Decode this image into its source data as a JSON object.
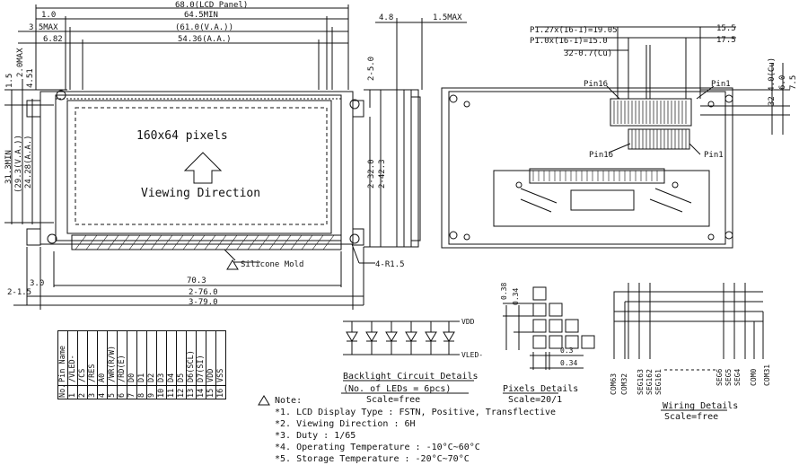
{
  "front": {
    "lcd_panel": "68.0(LCD Panel)",
    "min_width": "64.5MIN",
    "va_width": "(61.0(V.A.))",
    "aa_width": "54.36(A.A.)",
    "d_1_0": "1.0",
    "d_3_5max": "3.5MAX",
    "d_6_82": "6.82",
    "d_1_5": "1.5",
    "d_2_0max": "2.0MAX",
    "d_4_51": "4.51",
    "d_31_3min": "31.3MIN",
    "d_29_3va": "(29.3(V.A.))",
    "d_24_28aa": "24.28(A.A.)",
    "pixels": "160x64 pixels",
    "viewing": "Viewing Direction",
    "silicone": "Silicone Mold",
    "r1_5": "4-R1.5",
    "d_70_3": "70.3",
    "d_3_0": "3.0",
    "d_2_1_5": "2-1.5",
    "d_76": "2-76.0",
    "d_79": "3-79.0"
  },
  "side": {
    "d_4_8": "4.8",
    "d_1_5max": "1.5MAX",
    "d_2_5_0": "2-5.0",
    "d_2_32": "2-32.0",
    "d_2_42_3": "2-42.3"
  },
  "right": {
    "p127": "P1.27x(16-1)=19.05",
    "p10": "P1.0x(16-1)=15.0",
    "d_15_5": "15.5",
    "d_17_5": "17.5",
    "d_32_07": "32-0.7(Cu)",
    "d_32_4cu": "32-4.0(Cu)",
    "d_6_0": "6.0",
    "d_7_5": "7.5",
    "pin16_top": "Pin16",
    "pin1_top": "Pin1",
    "pin16_bot": "Pin16",
    "pin1_bot": "Pin1"
  },
  "pin_table": {
    "headers": [
      "No.",
      "Pin Name"
    ],
    "rows": [
      [
        "1",
        "/VLED-"
      ],
      [
        "2",
        "/CS"
      ],
      [
        "3",
        "/RES"
      ],
      [
        "4",
        "A0"
      ],
      [
        "5",
        "/WR(R/W)"
      ],
      [
        "6",
        "/RD(E)"
      ],
      [
        "7",
        "D0"
      ],
      [
        "8",
        "D1"
      ],
      [
        "9",
        "D2"
      ],
      [
        "10",
        "D3"
      ],
      [
        "11",
        "D4"
      ],
      [
        "12",
        "D5"
      ],
      [
        "13",
        "D6(SCL)"
      ],
      [
        "14",
        "D7(SI)"
      ],
      [
        "15",
        "VDD"
      ],
      [
        "16",
        "VSS"
      ]
    ]
  },
  "backlight": {
    "vdd": "VDD",
    "vled": "VLED-",
    "title": "Backlight Circuit Details",
    "sub": "(No. of LEDs = 6pcs)",
    "scale": "Scale=free"
  },
  "pixel": {
    "d038": "0.38",
    "d034": "0.34",
    "d03": "0.3",
    "d034b": "0.34",
    "title": "Pixels Details",
    "scale": "Scale=20/1"
  },
  "wiring": {
    "labels": [
      "COM63",
      "COM32",
      "SEG163",
      "SEG162",
      "SEG161",
      "SEG6",
      "SEG5",
      "SEG4",
      "COM0",
      "COM31"
    ],
    "title": "Wiring Details",
    "scale": "Scale=free"
  },
  "notes": {
    "title": "Note:",
    "items": [
      "*1. LCD Display Type : FSTN, Positive, Transflective",
      "*2. Viewing Direction : 6H",
      "*3. Duty : 1/65",
      "*4. Operating Temperature : -10°C~60°C",
      "*5. Storage Temperature : -20°C~70°C"
    ]
  }
}
